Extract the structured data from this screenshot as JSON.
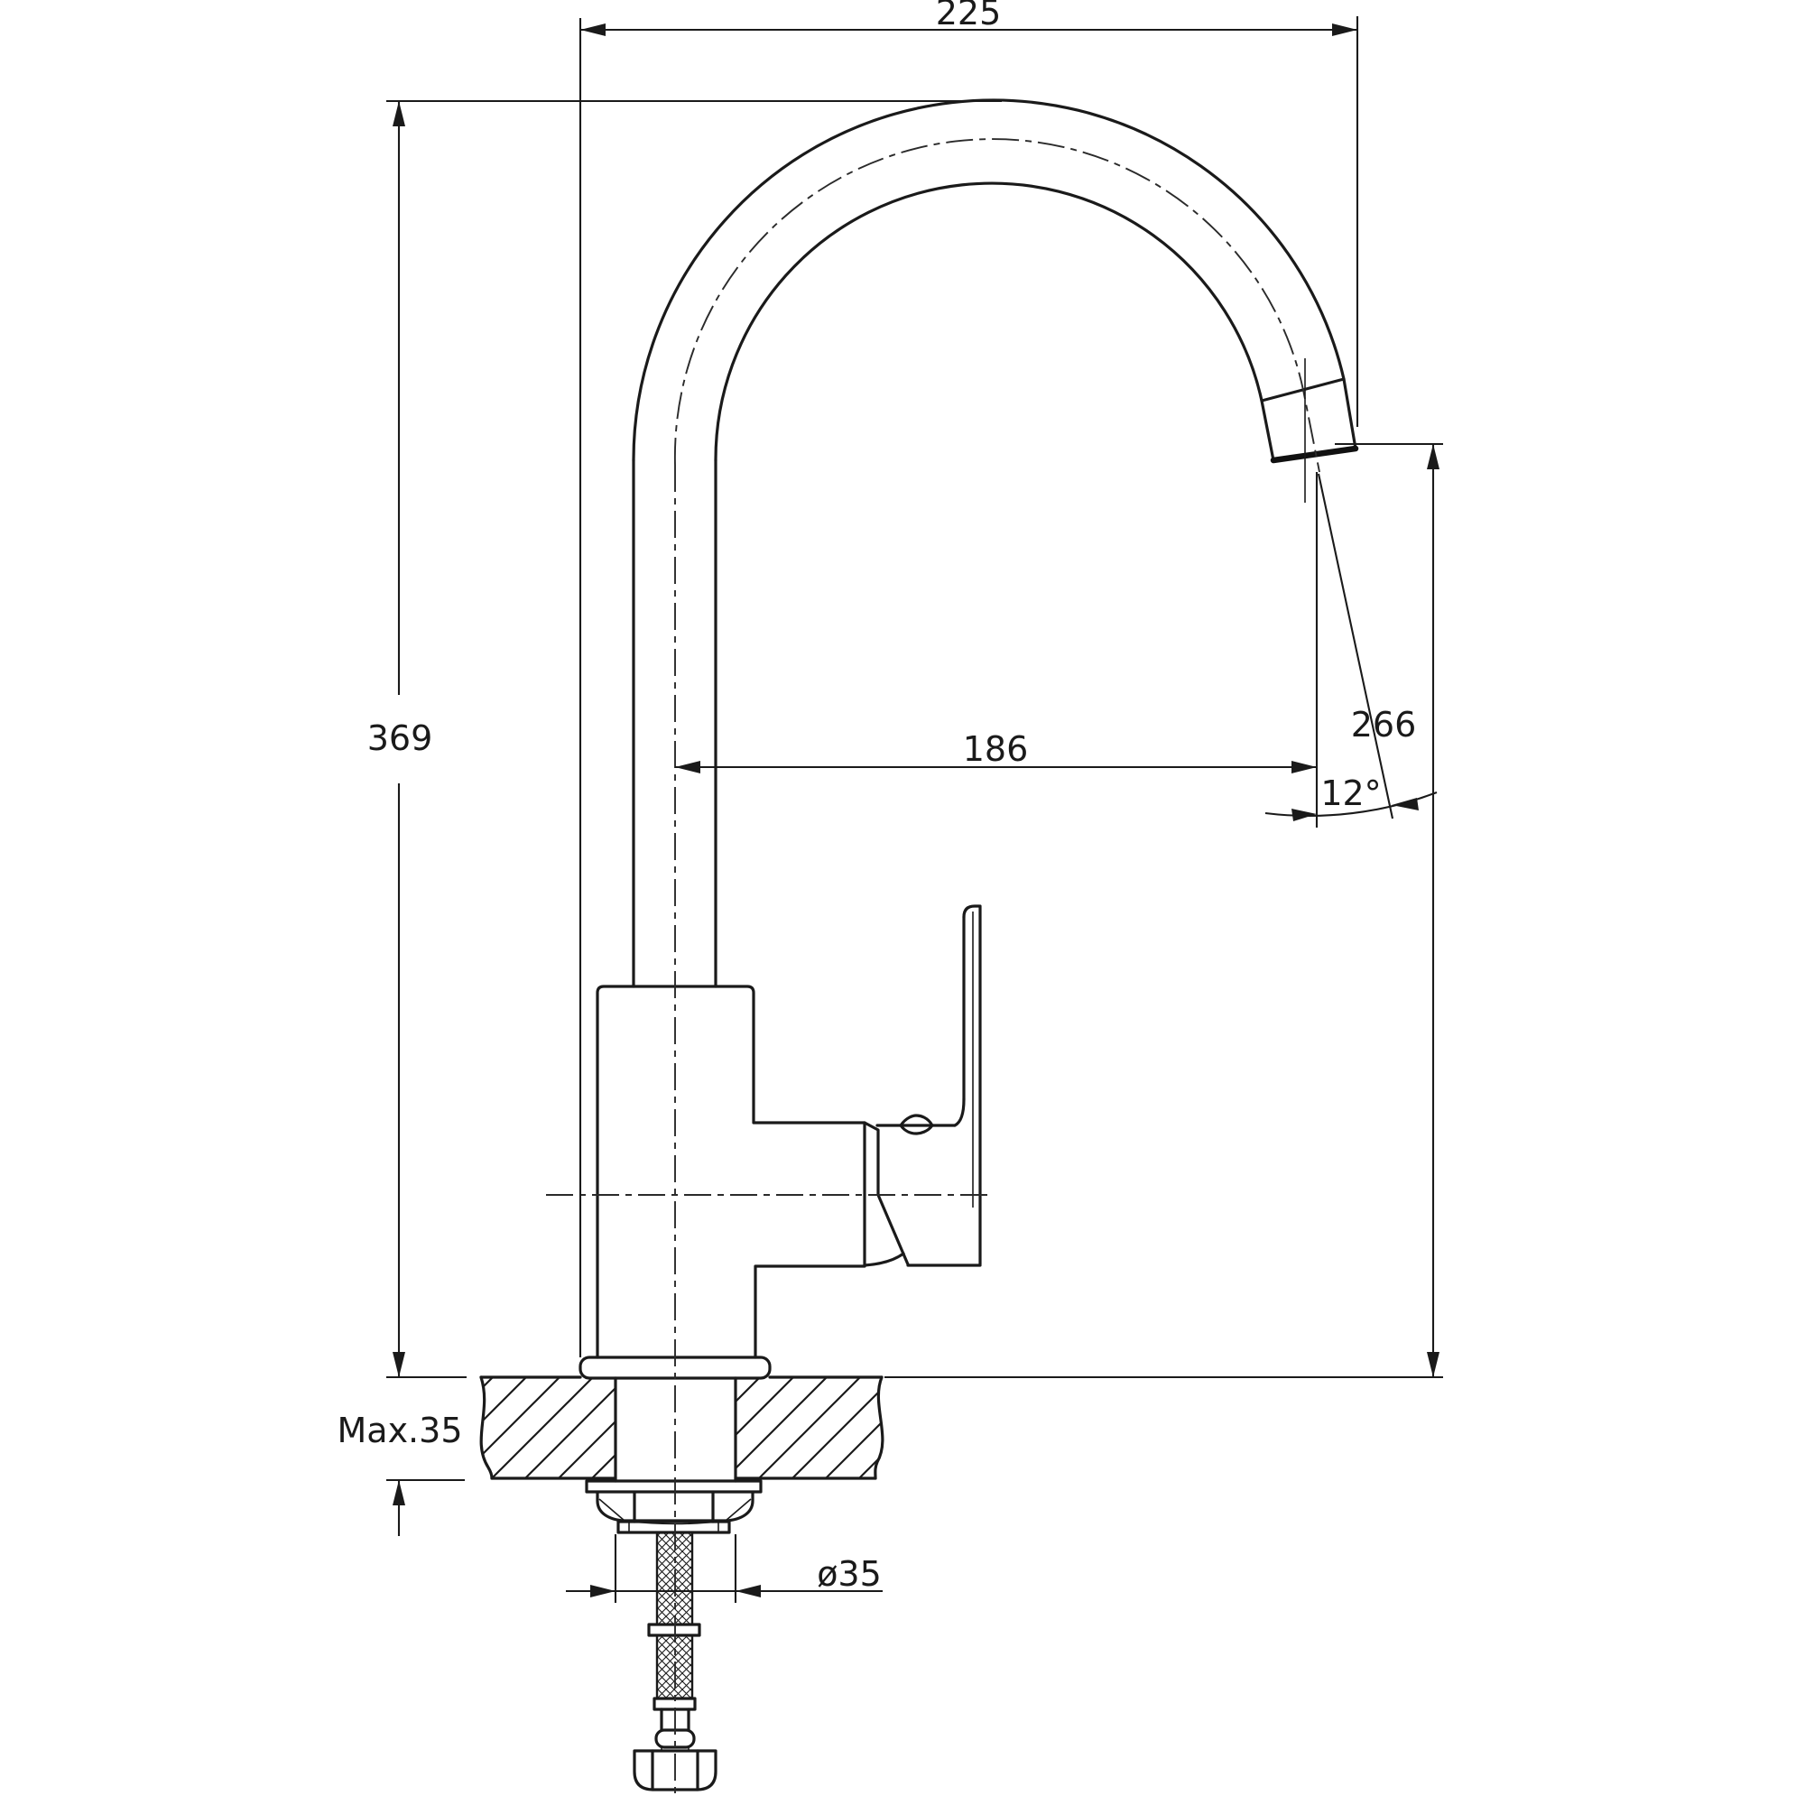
{
  "page": {
    "background": "#ffffff",
    "line_color": "#1a1a1a"
  },
  "drawing": {
    "dim_spout_width": {
      "label": "225"
    },
    "dim_total_height": {
      "label": "369"
    },
    "dim_spout_reach": {
      "label": "186"
    },
    "dim_outlet_angle": {
      "label": "12°"
    },
    "dim_outlet_height": {
      "label": "266"
    },
    "dim_counter_thickness": {
      "label": "Max.35"
    },
    "dim_hole_diameter": {
      "label": "ø35"
    }
  }
}
